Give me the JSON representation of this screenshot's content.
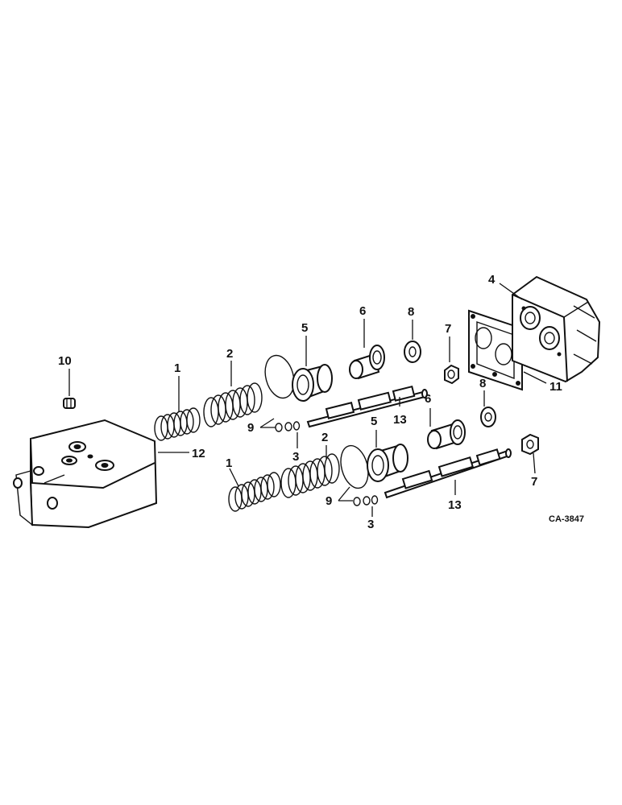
{
  "callouts": {
    "c1a": "1",
    "c1b": "1",
    "c2a": "2",
    "c2b": "2",
    "c3a": "3",
    "c3b": "3",
    "c4": "4",
    "c5a": "5",
    "c5b": "5",
    "c6a": "6",
    "c6b": "6",
    "c7a": "7",
    "c7b": "7",
    "c8a": "8",
    "c8b": "8",
    "c9a": "9",
    "c9b": "9",
    "c10": "10",
    "c11": "11",
    "c12": "12",
    "c13a": "13",
    "c13b": "13"
  },
  "drawing_code": "CA-3847"
}
